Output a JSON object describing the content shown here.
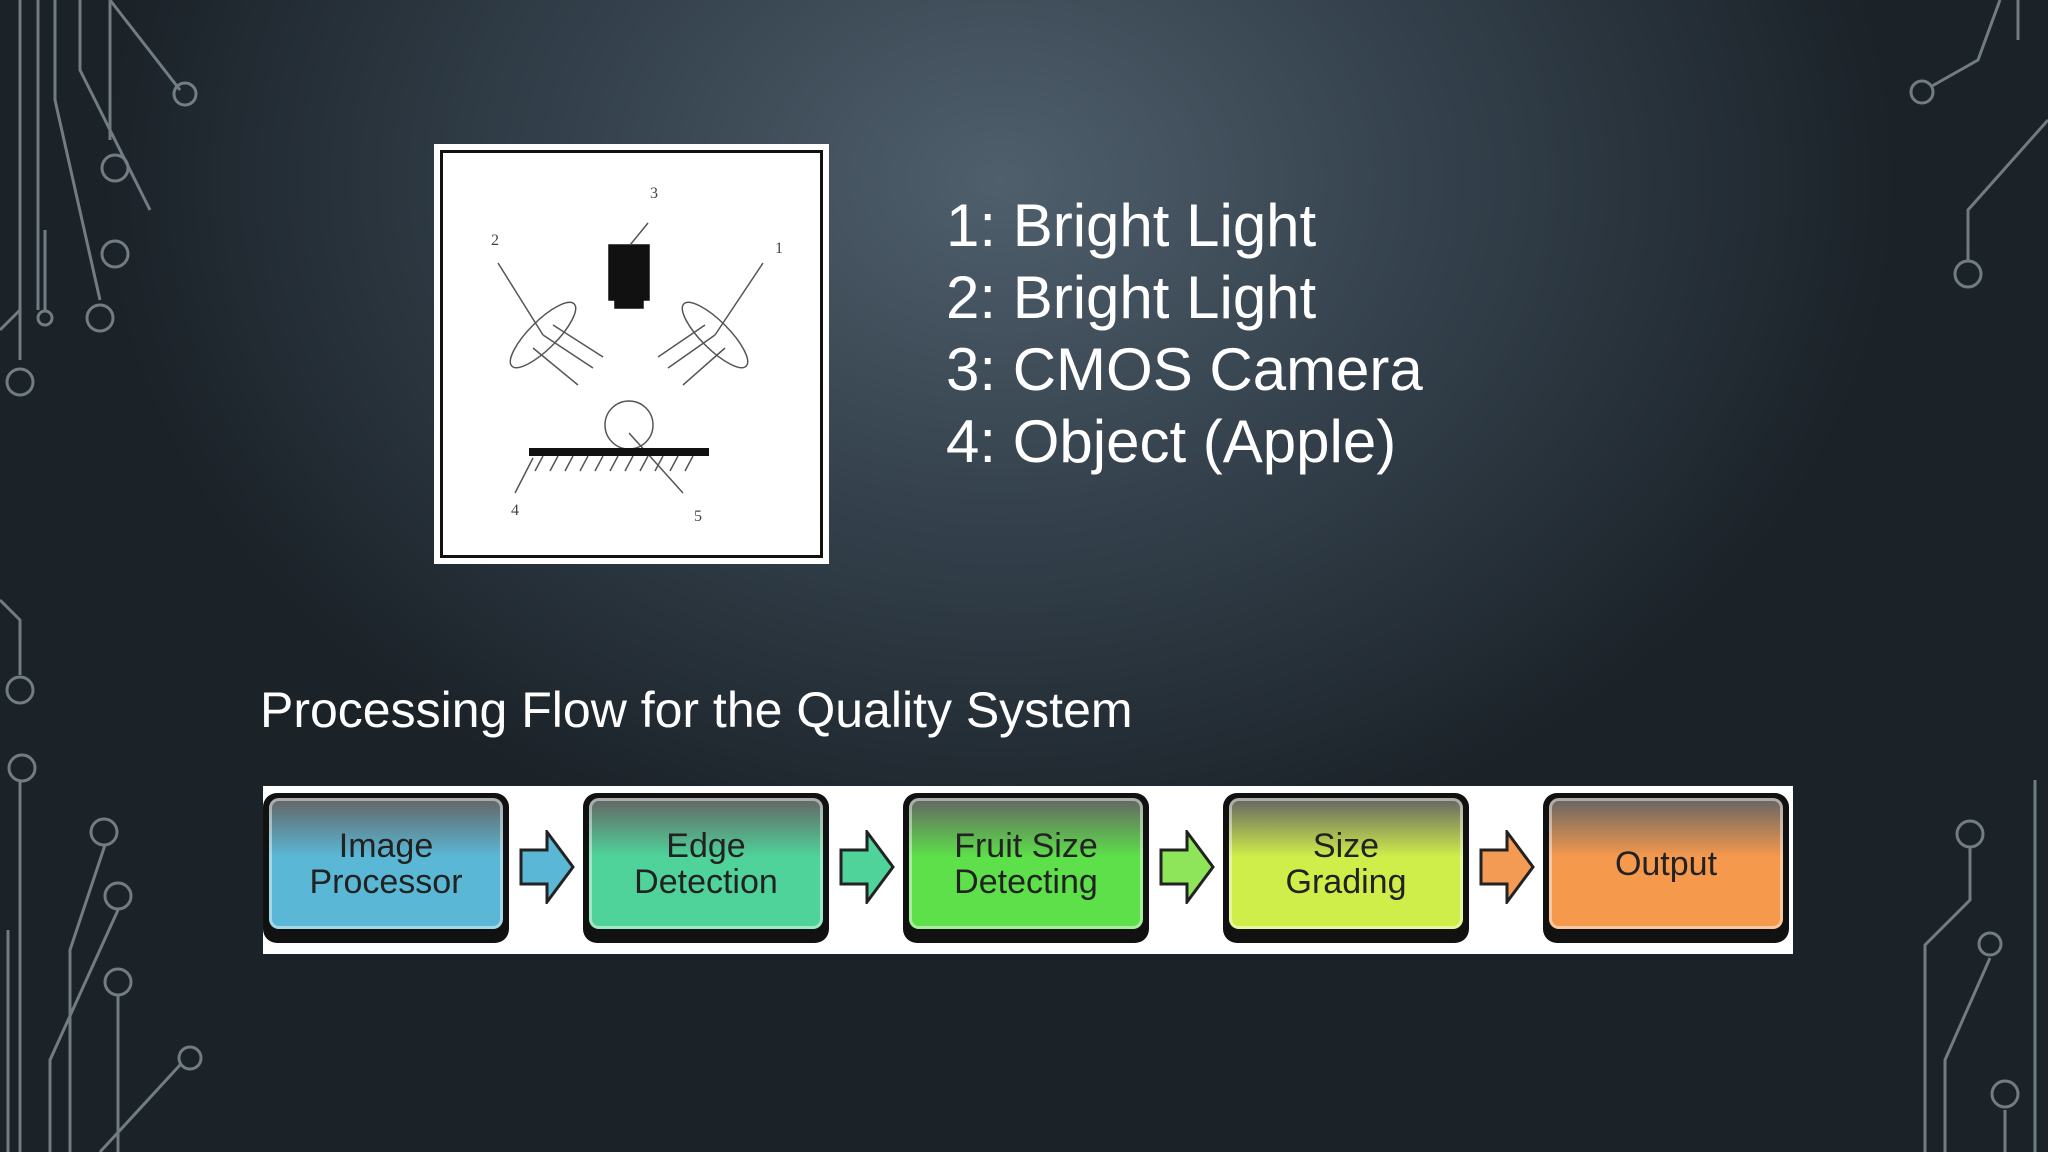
{
  "diagram": {
    "labels": [
      "1",
      "2",
      "3",
      "4",
      "5"
    ]
  },
  "legend": {
    "items": [
      "1: Bright Light",
      "2: Bright Light",
      "3: CMOS Camera",
      "4: Object (Apple)"
    ]
  },
  "flow": {
    "title": "Processing Flow for the Quality System",
    "steps": [
      {
        "label": "Image\nProcessor",
        "color": "#5ab8d6",
        "arrow_color": "#5ab8d6"
      },
      {
        "label": "Edge\nDetection",
        "color": "#4fd39a",
        "arrow_color": "#4fd39a"
      },
      {
        "label": "Fruit Size\nDetecting",
        "color": "#5ee04a",
        "arrow_color": "#8ee55a"
      },
      {
        "label": "Size\nGrading",
        "color": "#cfee4a",
        "arrow_color": "#f39a55"
      },
      {
        "label": "Output",
        "color": "#f5994d"
      }
    ]
  }
}
